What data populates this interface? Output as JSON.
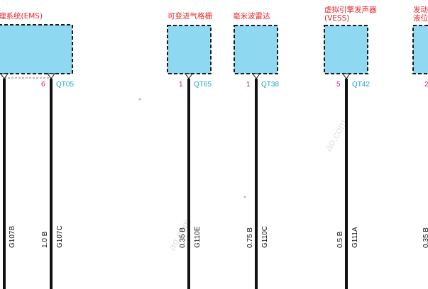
{
  "colors": {
    "module_fill": "#8fd8f2",
    "module_border": "#1b1b1b",
    "title": "#e8262b",
    "pin": "#d4177f",
    "connector": "#1aa3c9",
    "wire": "#111111"
  },
  "modules": [
    {
      "id": "ems",
      "title_lines": [
        "理系统(EMS)"
      ],
      "pins": [
        {
          "number": "6",
          "connector": "QT05"
        }
      ],
      "wires": [
        {
          "labels": [
            "G107B"
          ]
        },
        {
          "labels": [
            "1.0 B",
            "G107C"
          ]
        }
      ]
    },
    {
      "id": "vvt",
      "title_lines": [
        "可变进气格栅"
      ],
      "pins": [
        {
          "number": "1",
          "connector": "QT65"
        }
      ],
      "wires": [
        {
          "labels": [
            "0.35 B",
            "G110E"
          ]
        }
      ]
    },
    {
      "id": "radar",
      "title_lines": [
        "毫米波雷达"
      ],
      "pins": [
        {
          "number": "1",
          "connector": "QT38"
        }
      ],
      "wires": [
        {
          "labels": [
            "0.75 B",
            "G110C"
          ]
        }
      ]
    },
    {
      "id": "vess",
      "title_lines": [
        "虚拟引擎发声器",
        "(VESS)"
      ],
      "pins": [
        {
          "number": "5",
          "connector": "QT42"
        }
      ],
      "wires": [
        {
          "labels": [
            "0.5 B",
            "G111A"
          ]
        }
      ]
    },
    {
      "id": "engine-level",
      "title_lines": [
        "发动机",
        "液位传"
      ],
      "pins": [
        {
          "number": "2",
          "connector": ""
        }
      ],
      "wires": [
        {
          "labels": [
            "0.35 B"
          ]
        }
      ]
    }
  ]
}
